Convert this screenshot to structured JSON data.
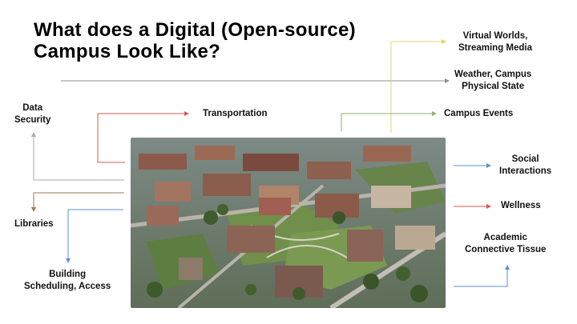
{
  "slide": {
    "title_line1": "What does a Digital (Open-source)",
    "title_line2": "Campus Look Like?"
  },
  "labels": {
    "virtual_worlds": [
      "Virtual Worlds,",
      "Streaming Media"
    ],
    "weather": [
      "Weather, Campus",
      "Physical State"
    ],
    "campus_events": "Campus Events",
    "transportation": "Transportation",
    "data_security": [
      "Data",
      "Security"
    ],
    "social": [
      "Social",
      "Interactions"
    ],
    "wellness": "Wellness",
    "libraries": "Libraries",
    "academic": [
      "Academic",
      "Connective Tissue"
    ],
    "building": [
      "Building",
      "Scheduling, Access"
    ]
  },
  "image": {
    "name": "campus-aerial-photo"
  },
  "colors": {
    "gray": "#8a8f99",
    "yellow": "#e8d36a",
    "green": "#8fb36b",
    "red": "#d9584a",
    "blue": "#5b8fd6",
    "brown": "#9a7a4a",
    "gray_light": "#a8aab0"
  }
}
